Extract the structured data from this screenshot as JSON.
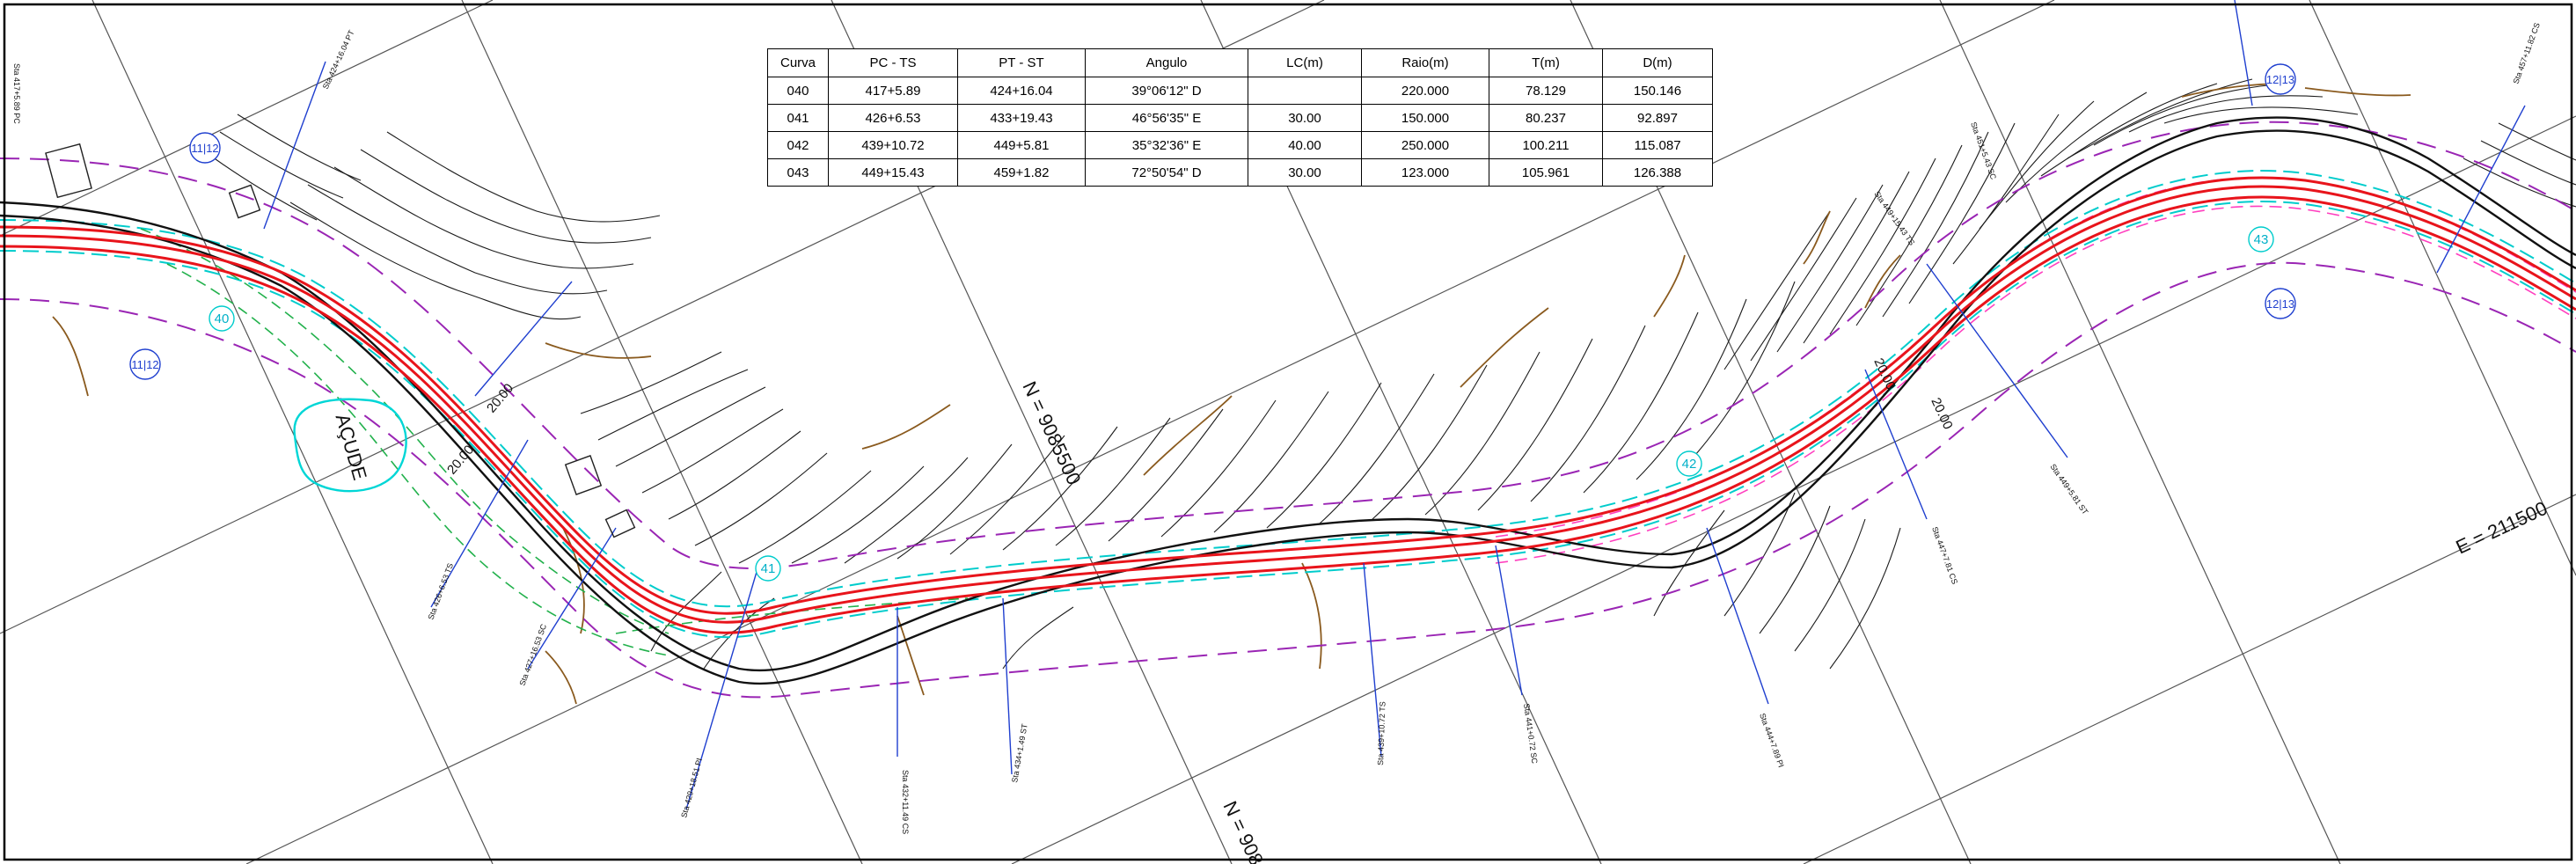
{
  "curve_table": {
    "headers": [
      "Curva",
      "PC - TS",
      "PT - ST",
      "Angulo",
      "LC(m)",
      "Raio(m)",
      "T(m)",
      "D(m)"
    ],
    "rows": [
      [
        "040",
        "417+5.89",
        "424+16.04",
        "39°06'12\" D",
        "",
        "220.000",
        "78.129",
        "150.146"
      ],
      [
        "041",
        "426+6.53",
        "433+19.43",
        "46°56'35\" E",
        "30.00",
        "150.000",
        "80.237",
        "92.897"
      ],
      [
        "042",
        "439+10.72",
        "449+5.81",
        "35°32'36\" E",
        "40.00",
        "250.000",
        "100.211",
        "115.087"
      ],
      [
        "043",
        "449+15.43",
        "459+1.82",
        "72°50'54\" D",
        "30.00",
        "123.000",
        "105.961",
        "126.388"
      ]
    ]
  },
  "grid_labels": {
    "north": "N = 9085500",
    "north_partial": "N = 908",
    "east": "E = 211500"
  },
  "features": {
    "pond_label": "AÇUDE",
    "width_labels": [
      "20.00",
      "20.00",
      "20.00",
      "20.00"
    ]
  },
  "sheet_markers": [
    "11|12",
    "11|12",
    "12|13",
    "12|13"
  ],
  "station_circles": [
    "40",
    "41",
    "42",
    "43"
  ],
  "stations": [
    "Sta 417+5.89 PC",
    "Sta 424+16.04 PT",
    "Sta 426+6.53 TS",
    "Sta 427+16.53 SC",
    "Sta 429+18.51 PI",
    "Sta 432+11.49 CS",
    "Sta 434+1.49 ST",
    "Sta 439+10.72 TS",
    "Sta 441+0.72 SC",
    "Sta 444+7.89 PI",
    "Sta 447+7.81 CS",
    "Sta 449+5.81 ST",
    "Sta 449+15.43 TS",
    "Sta 451+5.43 SC",
    "Sta 457+11.82 CS"
  ],
  "colors": {
    "axis_red": "#e8141b",
    "offset_cyan": "#00cccc",
    "domain_purple": "#9a25b4",
    "contour_brown": "#8a5a1e",
    "station_blue": "#1f3fcf",
    "fence_green": "#22b14c",
    "magenta": "#ff3fbf"
  }
}
